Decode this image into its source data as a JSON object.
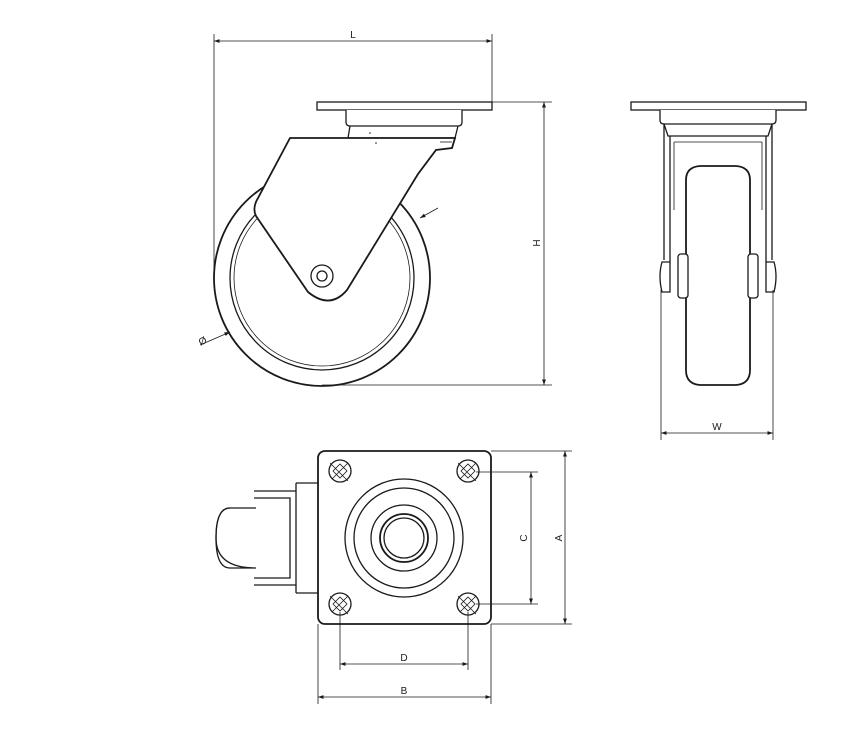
{
  "labels": {
    "L": "L",
    "H": "H",
    "W": "W",
    "A": "A",
    "B": "B",
    "C": "C",
    "D": "D",
    "diameter": "Ø"
  },
  "colors": {
    "line": "#1a1a1a",
    "background": "#ffffff"
  }
}
